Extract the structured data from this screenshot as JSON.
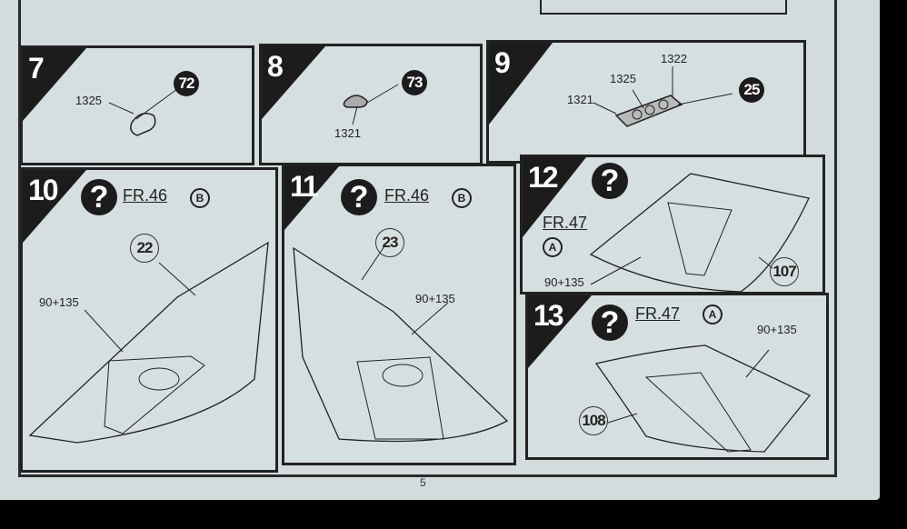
{
  "page_number": "5",
  "steps": [
    {
      "number": "7",
      "part": "72",
      "labels": [
        "1325"
      ]
    },
    {
      "number": "8",
      "part": "73",
      "labels": [
        "1321"
      ]
    },
    {
      "number": "9",
      "part": "25",
      "labels": [
        "1322",
        "1325",
        "1321"
      ]
    },
    {
      "number": "10",
      "ref": "FR.46",
      "option": "B",
      "part": "22",
      "labels": [
        "90+135"
      ]
    },
    {
      "number": "11",
      "ref": "FR.46",
      "option": "B",
      "part": "23",
      "labels": [
        "90+135"
      ]
    },
    {
      "number": "12",
      "ref": "FR.47",
      "option": "A",
      "part": "107",
      "labels": [
        "90+135"
      ]
    },
    {
      "number": "13",
      "ref": "FR.47",
      "option": "A",
      "part": "108",
      "labels": [
        "90+135"
      ]
    }
  ],
  "icons": {
    "help": "?"
  }
}
